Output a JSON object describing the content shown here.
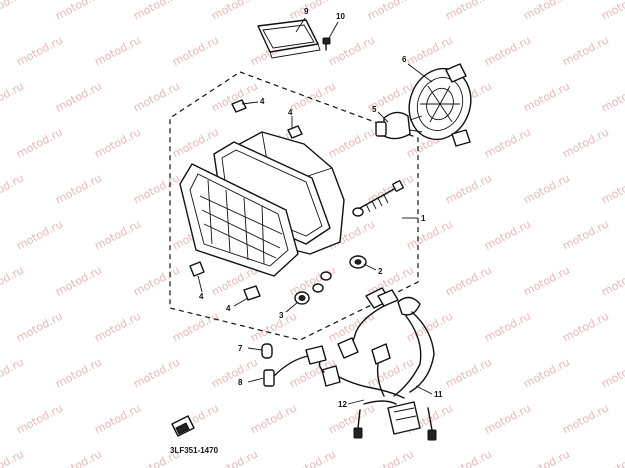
{
  "watermark": "motod.ru",
  "diagram_code": "3LF351-1470",
  "callouts": [
    "1",
    "2",
    "3",
    "4",
    "4",
    "4",
    "4",
    "5",
    "6",
    "7",
    "8",
    "9",
    "10",
    "11",
    "12"
  ]
}
